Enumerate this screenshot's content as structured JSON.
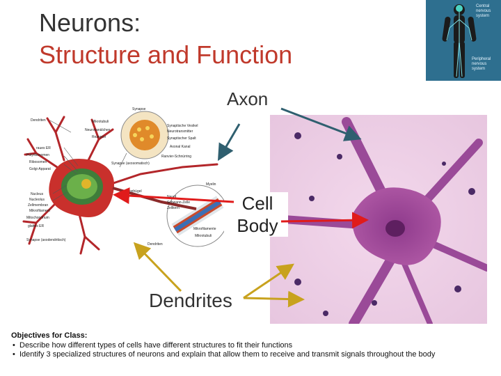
{
  "slide": {
    "title_line1": "Neurons:",
    "title_line2": "Structure and Function"
  },
  "inset": {
    "label_cns": "Central nervous system",
    "label_pns": "Peripheral nervous system"
  },
  "labels": {
    "axon": "Axon",
    "cell_body": "Cell Body",
    "dendrites": "Dendrites"
  },
  "diagram_labels": {
    "dendrites_top": "Dendriten",
    "microtubule": "Mikrotubuli",
    "neurokanal": "Neurokanälchen",
    "rezeptor": "Rezeptor",
    "synapse": "Synapse",
    "synaptische_vesikel": "Synaptische Vesikel",
    "neurotransmitter": "Neurotransmitter",
    "synaptischer_spalt": "Synaptischer Spalt",
    "axonal_kanal": "Axonal Kanal",
    "ranvier": "Ranvier-Schnürring",
    "raues_er": "raues ER",
    "polyribosomen": "Polyribosomen",
    "ribosomen": "Ribosomen",
    "golgi": "Golgi-Apparat",
    "synapse_axosomatisch": "Synapse (axosomatisch)",
    "axonhuegel": "Axonhügel",
    "myelin": "Myelin",
    "nucleus": "Nucleus",
    "nucleolus": "Nucleolus",
    "zellmembran": "Zellmembran",
    "mikrofilament": "Mikrofilament",
    "mitochondrium": "Mitochondrium",
    "glattes_er": "glattes ER",
    "synapse_axodendritisch": "Synapse (axodendritisch)",
    "dendriten_bottom": "Dendriten",
    "neurit": "Neurit",
    "schwann": "Schwann-Zelle",
    "zellkern": "Zellkern",
    "mikrofilamente2": "Mikrofilamente",
    "mikrotubuli2": "Mikrotubuli"
  },
  "objectives": {
    "heading": "Objectives for Class:",
    "items": [
      "Describe how different types of cells have different structures to fit their functions",
      "Identify 3 specialized structures of neurons and explain that allow them to receive and transmit signals throughout the body"
    ]
  },
  "colors": {
    "title_dark": "#333333",
    "title_accent": "#c0392b",
    "arrow_axon": "#2f5f6f",
    "arrow_cell": "#e01b1b",
    "arrow_dendrite": "#c8a21e"
  }
}
